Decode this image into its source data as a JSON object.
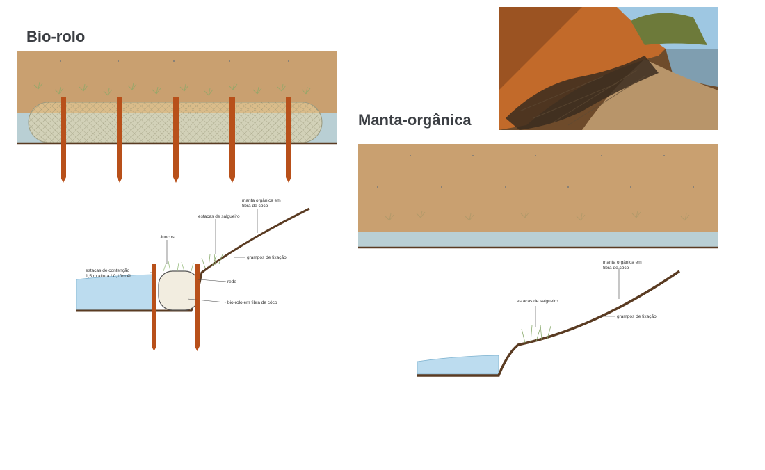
{
  "titles": {
    "bio_rolo": "Bio-rolo",
    "manta_organica": "Manta-orgânica"
  },
  "bio_rolo_section": {
    "labels": {
      "manta_line1": "manta orgânica em",
      "manta_line2": "fibra de côco",
      "estacas_salgueiro": "estacas de salgueiro",
      "juncos": "Juncos",
      "grampos": "grampos de fixação",
      "contencao_line1": "estacas de contenção",
      "contencao_line2": "1,5 m altura / 0,10m Ø",
      "rede": "rede",
      "bio_rolo_fibra": "bio-rolo em fibra de côco"
    }
  },
  "manta_section": {
    "labels": {
      "manta_line1": "manta orgânica em",
      "manta_line2": "fibra de côco",
      "estacas_salgueiro": "estacas de salgueiro",
      "grampos": "grampos de fixação"
    }
  },
  "colors": {
    "soil": "#c9a070",
    "water": "#b9cfd4",
    "water_light": "#bcdcef",
    "stake": "#b8501a",
    "ground_line": "#5a3b22",
    "roll": "#e7d3a0"
  }
}
